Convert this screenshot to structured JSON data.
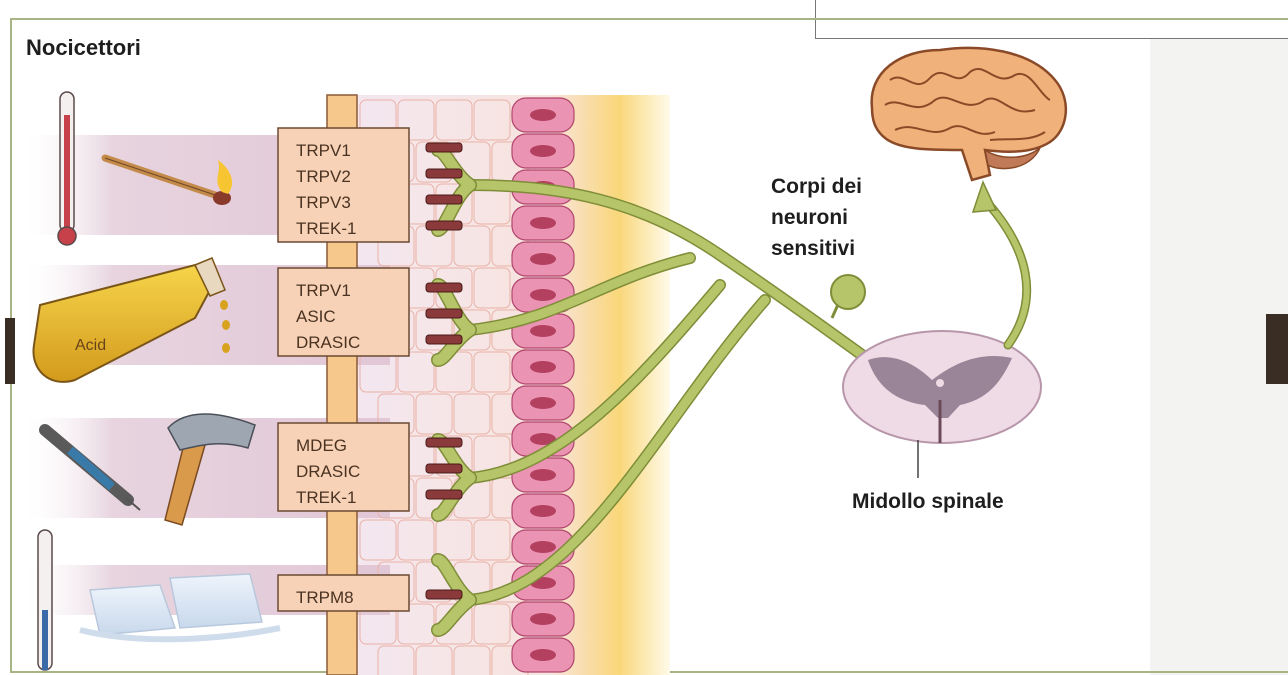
{
  "title": "Nocicettori",
  "receptor_groups": [
    {
      "labels": [
        "TRPV1",
        "TRPV2",
        "TRPV3",
        "TREK-1"
      ]
    },
    {
      "labels": [
        "TRPV1",
        "ASIC",
        "DRASIC"
      ]
    },
    {
      "labels": [
        "MDEG",
        "DRASIC",
        "TREK-1"
      ]
    },
    {
      "labels": [
        "TRPM8"
      ]
    }
  ],
  "flask_label": "Acid",
  "cell_bodies_label": [
    "Corpi dei",
    "neuroni",
    "sensitivi"
  ],
  "spinal_cord_label": "Midollo spinale",
  "colors": {
    "nerve": "#b6c569",
    "nerve_stroke": "#7f8d38",
    "box_fill": "#f8d2b6",
    "box_stroke": "#6b4a32",
    "skin_cell": "#e37aa0",
    "frame_green": "#a7b585"
  }
}
